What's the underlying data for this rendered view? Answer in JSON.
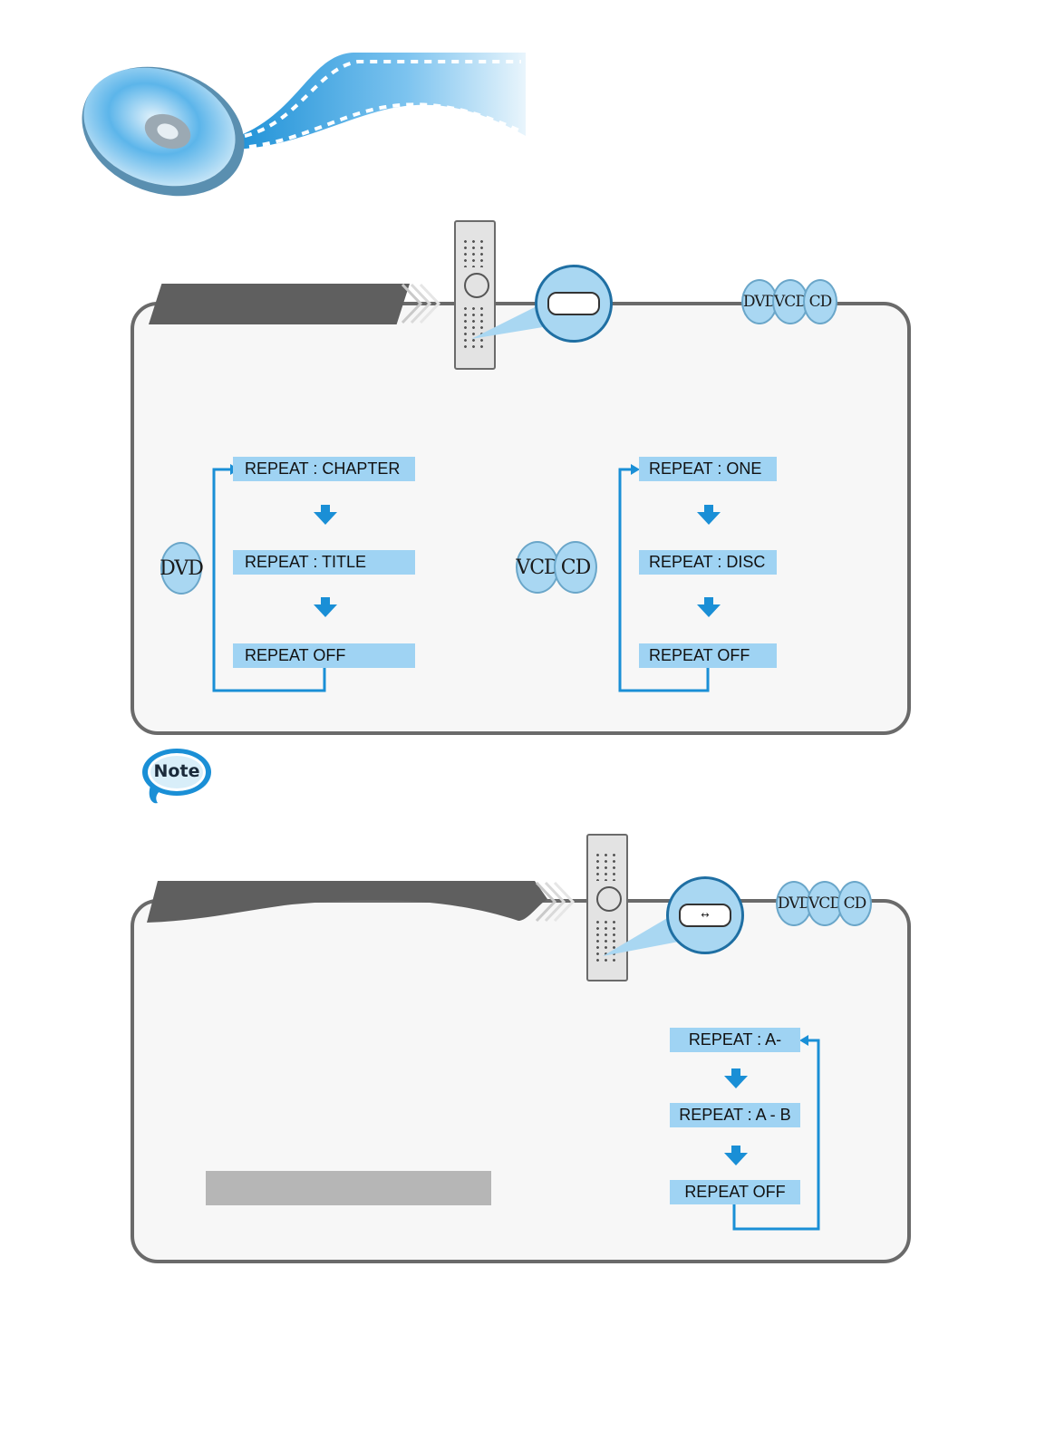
{
  "section1": {
    "disc_types": [
      "DVD",
      "VCD",
      "CD"
    ],
    "dvd_badge": "DVD",
    "vcdcd_badges": [
      "VCD",
      "CD"
    ],
    "dvd_steps": [
      "REPEAT : CHAPTER",
      "REPEAT : TITLE",
      "REPEAT OFF"
    ],
    "vcd_steps": [
      "REPEAT : ONE",
      "REPEAT : DISC",
      "REPEAT OFF"
    ]
  },
  "note": {
    "label": "Note"
  },
  "section2": {
    "disc_types": [
      "DVD",
      "VCD",
      "CD"
    ],
    "button_symbol": "↔",
    "steps": [
      "REPEAT : A-",
      "REPEAT : A - B",
      "REPEAT OFF"
    ]
  },
  "colors": {
    "accent_blue": "#1a8fd6",
    "step_fill": "#9fd3f3",
    "panel_border": "#6a6a6a",
    "tab_fill": "#5f5f5f"
  }
}
